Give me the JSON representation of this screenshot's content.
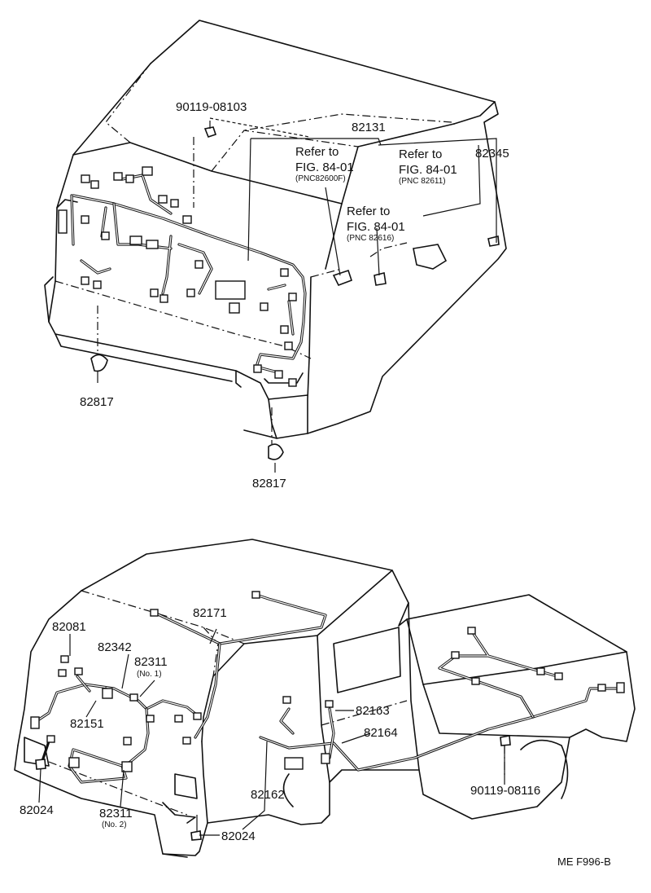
{
  "top_view": {
    "callouts": {
      "bolt_top": "90119-08103",
      "main_harness": "82131",
      "clip_right": "82345",
      "grommet_left": "82817",
      "grommet_bottom": "82817"
    },
    "references": [
      {
        "line1": "Refer to",
        "line2": "FIG. 84-01",
        "pnc": "(PNC82600F)"
      },
      {
        "line1": "Refer to",
        "line2": "FIG. 84-01",
        "pnc": "(PNC 82611)"
      },
      {
        "line1": "Refer to",
        "line2": "FIG. 84-01",
        "pnc": "(PNC 82616)"
      }
    ]
  },
  "bottom_view": {
    "callouts": {
      "front_left": "82081",
      "p82342": "82342",
      "p82311_no1": "82311",
      "p82311_no1_sub": "(No. 1)",
      "p82151": "82151",
      "roof_harness": "82171",
      "front_lamp": "82024",
      "p82311_no2": "82311",
      "p82311_no2_sub": "(No. 2)",
      "bottom_lamp": "82024",
      "p82162": "82162",
      "p82163": "82163",
      "p82164": "82164",
      "bolt_bed": "90119-08116"
    }
  },
  "footer": {
    "code": "ME  F996-B"
  }
}
